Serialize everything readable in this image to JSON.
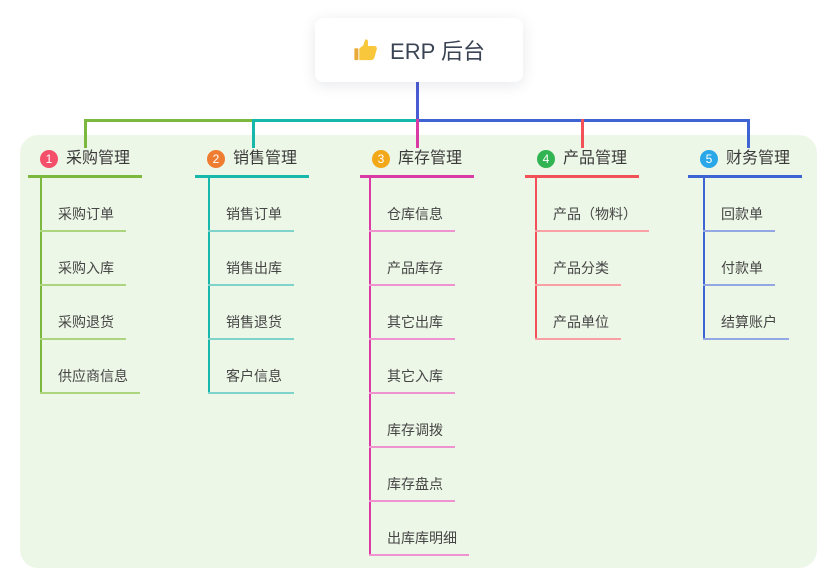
{
  "app": {
    "background_color": "#ffffff",
    "panel_color": "#edf7e7"
  },
  "root": {
    "label": "ERP 后台",
    "icon": "thumbs-up-icon",
    "icon_color": "#f9c73c",
    "connector_color": "#4a5bd4"
  },
  "branches": [
    {
      "badge": "1",
      "badge_color": "#f4506a",
      "title": "采购管理",
      "line_color": "#7cb83d",
      "child_line_color": "#abd57f",
      "children": [
        "采购订单",
        "采购入库",
        "采购退货",
        "供应商信息"
      ]
    },
    {
      "badge": "2",
      "badge_color": "#ee7d31",
      "title": "销售管理",
      "line_color": "#17b8ac",
      "child_line_color": "#7fd3ca",
      "children": [
        "销售订单",
        "销售出库",
        "销售退货",
        "客户信息"
      ]
    },
    {
      "badge": "3",
      "badge_color": "#f2a818",
      "title": "库存管理",
      "line_color": "#d93aa4",
      "child_line_color": "#ef92d0",
      "children": [
        "仓库信息",
        "产品库存",
        "其它出库",
        "其它入库",
        "库存调拨",
        "库存盘点",
        "出库库明细"
      ]
    },
    {
      "badge": "4",
      "badge_color": "#33b452",
      "title": "产品管理",
      "line_color": "#f25158",
      "child_line_color": "#f8a0a4",
      "children": [
        "产品（物料）",
        "产品分类",
        "产品单位"
      ]
    },
    {
      "badge": "5",
      "badge_color": "#2aa7e8",
      "title": "财务管理",
      "line_color": "#3e63d2",
      "child_line_color": "#93a8e2",
      "children": [
        "回款单",
        "付款单",
        "结算账户"
      ]
    }
  ]
}
